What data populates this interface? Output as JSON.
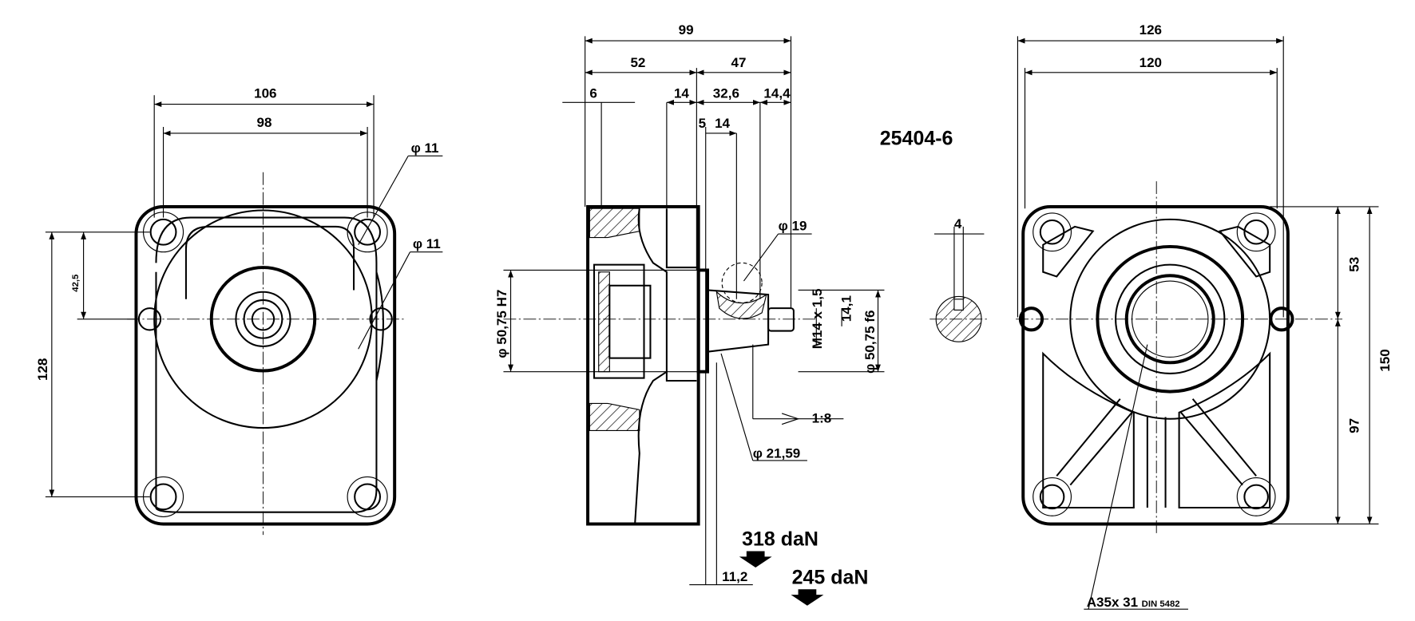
{
  "drawing": {
    "part_number": "25404-6",
    "front_view": {
      "width_outer": "106",
      "width_holes": "98",
      "height": "128",
      "offset": "42,5",
      "hole_dia_1": "φ 11",
      "hole_dia_2": "φ 11"
    },
    "side_view": {
      "total_length": "99",
      "body_length": "52",
      "shaft_length": "47",
      "d6": "6",
      "d14a": "14",
      "d32_6": "32,6",
      "d14_4": "14,4",
      "d5": "5",
      "d14b": "14",
      "ball_dia": "φ 19",
      "pilot_h7": "φ 50,75 H7",
      "thread": "M14 x 1,5",
      "d14_1": "14,1",
      "pilot_f6": "φ 50,75  f6",
      "taper": "1:8",
      "taper_dia": "φ 21,59",
      "d11_2": "11,2",
      "load_1": "318 daN",
      "load_2": "245 daN"
    },
    "key_section": {
      "key_width": "4"
    },
    "rear_view": {
      "width_outer": "126",
      "width_inner": "120",
      "upper_height": "53",
      "lower_height": "97",
      "total_height": "150",
      "spline_spec": "A35x 31",
      "spline_std": "DIN 5482"
    }
  }
}
